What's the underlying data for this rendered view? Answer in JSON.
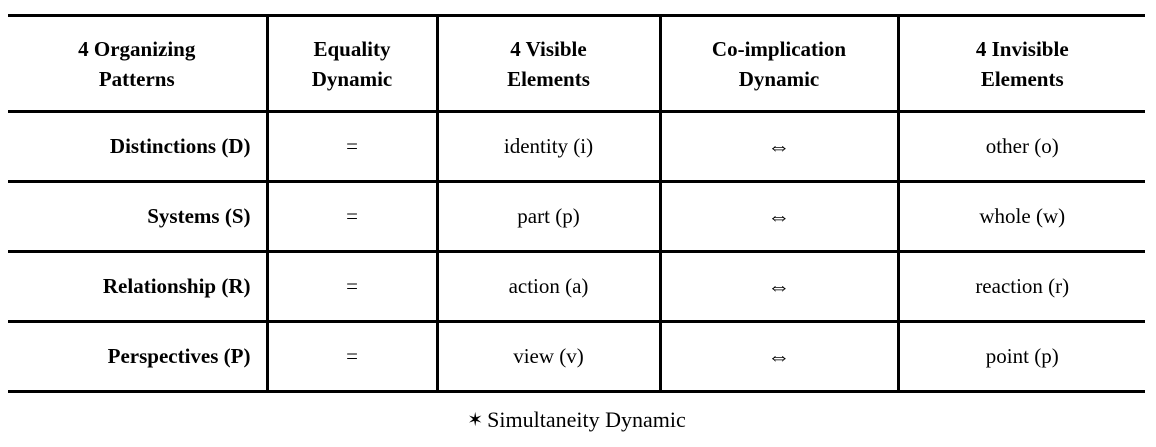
{
  "table": {
    "headers": [
      {
        "line1": "4 Organizing",
        "line2": "Patterns"
      },
      {
        "line1": "Equality",
        "line2": "Dynamic"
      },
      {
        "line1": "4 Visible",
        "line2": "Elements"
      },
      {
        "line1": "Co-implication",
        "line2": "Dynamic"
      },
      {
        "line1": "4 Invisible",
        "line2": "Elements"
      }
    ],
    "rows": [
      {
        "pattern": "Distinctions (D)",
        "equality": "=",
        "visible": "identity (i)",
        "coimplication": "⇔",
        "invisible": "other (o)"
      },
      {
        "pattern": "Systems (S)",
        "equality": "=",
        "visible": "part (p)",
        "coimplication": "⇔",
        "invisible": "whole (w)"
      },
      {
        "pattern": "Relationship (R)",
        "equality": "=",
        "visible": "action (a)",
        "coimplication": "⇔",
        "invisible": "reaction (r)"
      },
      {
        "pattern": "Perspectives (P)",
        "equality": "=",
        "visible": "view (v)",
        "coimplication": "⇔",
        "invisible": "point (p)"
      }
    ]
  },
  "footer": {
    "star": "✶",
    "label": "Simultaneity Dynamic"
  },
  "colors": {
    "text": "#000000",
    "border": "#000000",
    "background": "#ffffff"
  }
}
